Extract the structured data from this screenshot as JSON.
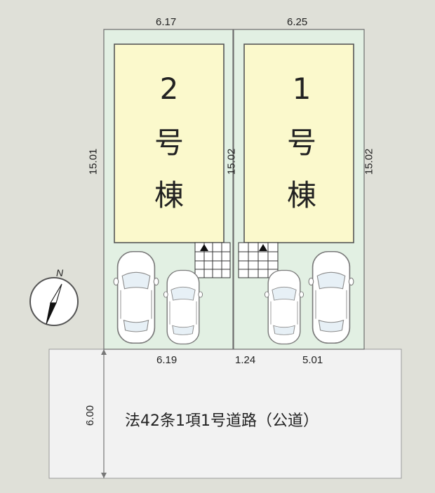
{
  "lots": {
    "left": {
      "width_top": "6.17",
      "depth_left": "15.01",
      "building": [
        "2",
        "号",
        "棟"
      ]
    },
    "right": {
      "width_top": "6.25",
      "depth_mid": "15.02",
      "depth_right": "15.02",
      "building": [
        "1",
        "号",
        "棟"
      ]
    }
  },
  "frontage": {
    "left": "6.19",
    "gap": "1.24",
    "right": "5.01"
  },
  "road": {
    "width": "6.00",
    "label": "法42条1項1号道路（公道）"
  },
  "compass": {
    "north_label": "N"
  },
  "colors": {
    "lot_fill": "#e2f0e3",
    "building_fill": "#fbf9cc",
    "road_fill": "#f2f2f2",
    "background": "#dfe0d8"
  }
}
